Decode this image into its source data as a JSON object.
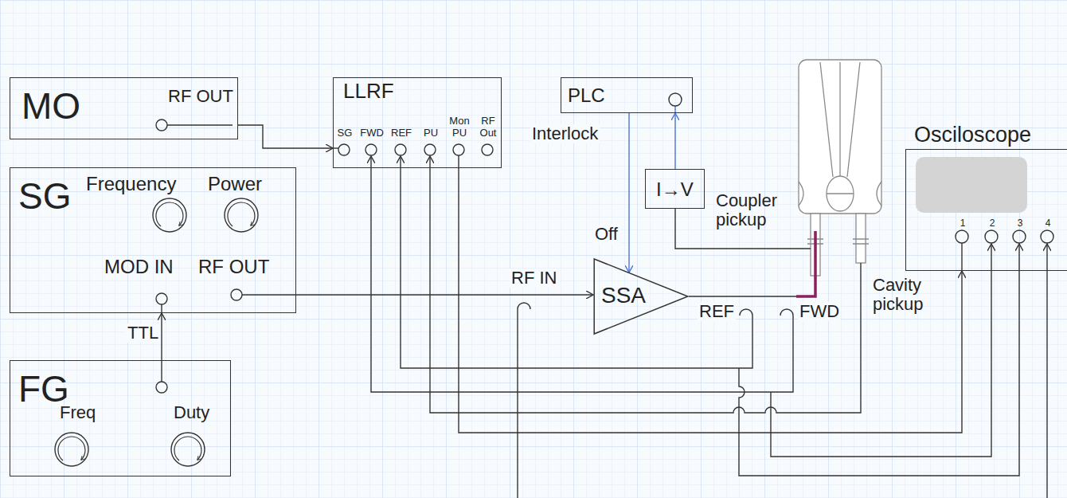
{
  "diagram": {
    "nodes": [
      {
        "text": [
          "MO",
          "RF OUT"
        ]
      },
      {
        "text": [
          "LLRF",
          "SG",
          "FWD",
          "REF",
          "PU",
          "Mon PU",
          "RF Out"
        ]
      },
      {
        "text": [
          "PLC"
        ]
      },
      {
        "text": [
          "SG",
          "Frequency",
          "Power",
          "MOD IN",
          "RF OUT"
        ]
      },
      {
        "text": [
          "I→V"
        ]
      },
      {
        "text": [
          "SSA"
        ]
      },
      {
        "text": [
          "Osciloscope",
          "1",
          "2",
          "3",
          "4"
        ]
      },
      {
        "text": [
          "FG",
          "Freq",
          "Duty"
        ]
      }
    ],
    "edges": [
      {
        "from": 0,
        "to": 1,
        "arrow": "to"
      },
      {
        "from": 7,
        "to": 3,
        "label": "TTL",
        "arrow": "to"
      },
      {
        "from": 3,
        "to": 5,
        "label": "RF IN",
        "arrow": "to"
      },
      {
        "from": 2,
        "to": 5,
        "label": "Off",
        "arrow": "to"
      },
      {
        "from": 4,
        "to": 2,
        "arrow": "to"
      },
      {
        "from": 1,
        "to": 6,
        "arrow": "to"
      }
    ],
    "labels": [
      "Interlock",
      "Coupler pickup",
      "REF",
      "FWD",
      "Cavity pickup"
    ]
  }
}
